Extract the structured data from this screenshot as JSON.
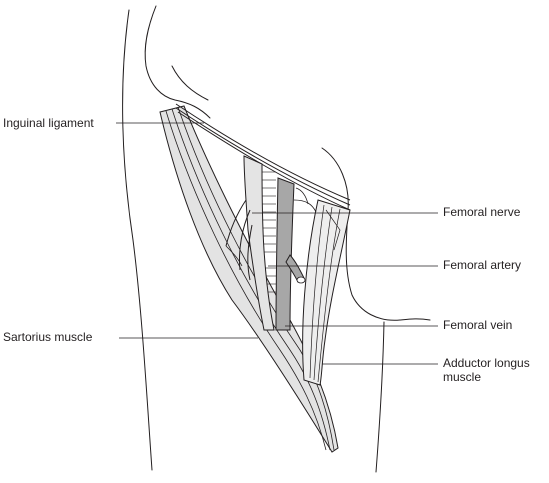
{
  "labels": {
    "inguinal_ligament": "Inguinal ligament",
    "sartorius_muscle": "Sartorius muscle",
    "femoral_nerve": "Femoral nerve",
    "femoral_artery": "Femoral artery",
    "femoral_vein": "Femoral vein",
    "adductor_longus_muscle": "Adductor longus muscle"
  },
  "colors": {
    "outline": "#231f20",
    "muscle_fill": "#e3e3e3",
    "nerve_fill": "#d9d9d9",
    "vessel_fill": "#a7a7a7",
    "background": "#ffffff"
  }
}
